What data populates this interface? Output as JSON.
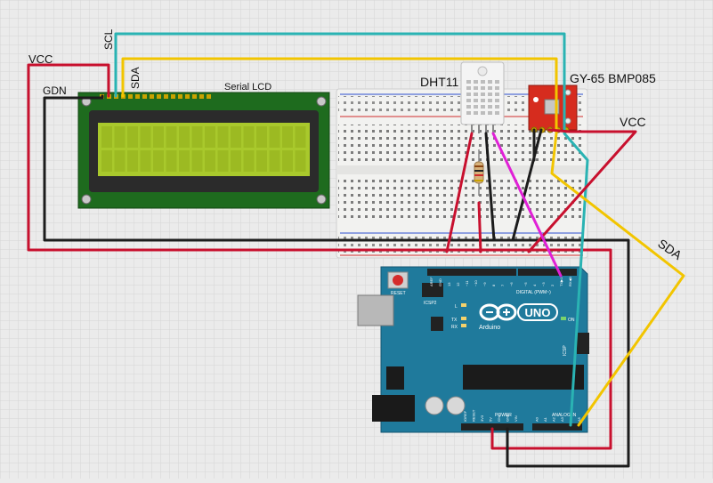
{
  "labels": {
    "vcc_left": "VCC",
    "gnd_left": "GDN",
    "scl": "SCL",
    "sda_top": "SDA",
    "serial_lcd": "Serial LCD",
    "dht11": "DHT11",
    "bmp": "GY-65 BMP085",
    "vcc_right": "VCC",
    "sda_right": "SDA"
  },
  "arduino": {
    "logo": "UNO",
    "brand": "Arduino",
    "reset": "RESET",
    "icsp2": "ICSP2",
    "icsp": "ICSP",
    "on": "ON",
    "l": "L",
    "tx": "TX",
    "rx": "RX",
    "digital": "DIGITAL (PWM~)",
    "power": "POWER",
    "analog": "ANALOG IN",
    "aref": "AREF",
    "gnd": "GND",
    "pin13": "13",
    "pin12": "12",
    "pin11": "~11",
    "pin10": "~10",
    "pin9": "~9",
    "pin8": "8",
    "pin7": "7",
    "pin6": "~6",
    "pin5": "~5",
    "pin4": "4",
    "pin3": "~3",
    "pin2": "2",
    "tx1": "TX▶1",
    "rx0": "RX◀0",
    "ioref": "IOREF",
    "reset_pin": "RESET",
    "v33": "3V3",
    "v5": "5V",
    "gnd1": "GND",
    "gnd2": "GND",
    "vin": "VIN",
    "a0": "A0",
    "a1": "A1",
    "a2": "A2",
    "a3": "A3",
    "a4": "A4",
    "a5": "A5"
  },
  "colors": {
    "background": "#ebebeb",
    "grid": "#d6d6d6",
    "wire_red": "#c8102e",
    "wire_black": "#1c1c1c",
    "wire_cyan": "#2ab3b3",
    "wire_yellow": "#f2c500",
    "wire_magenta": "#e020d6",
    "arduino_board": "#1f7a9c",
    "lcd_board": "#1e6b1e",
    "lcd_screen": "#a9c92c",
    "bmp_board": "#d62c1e",
    "breadboard": "#f2f2f0"
  }
}
